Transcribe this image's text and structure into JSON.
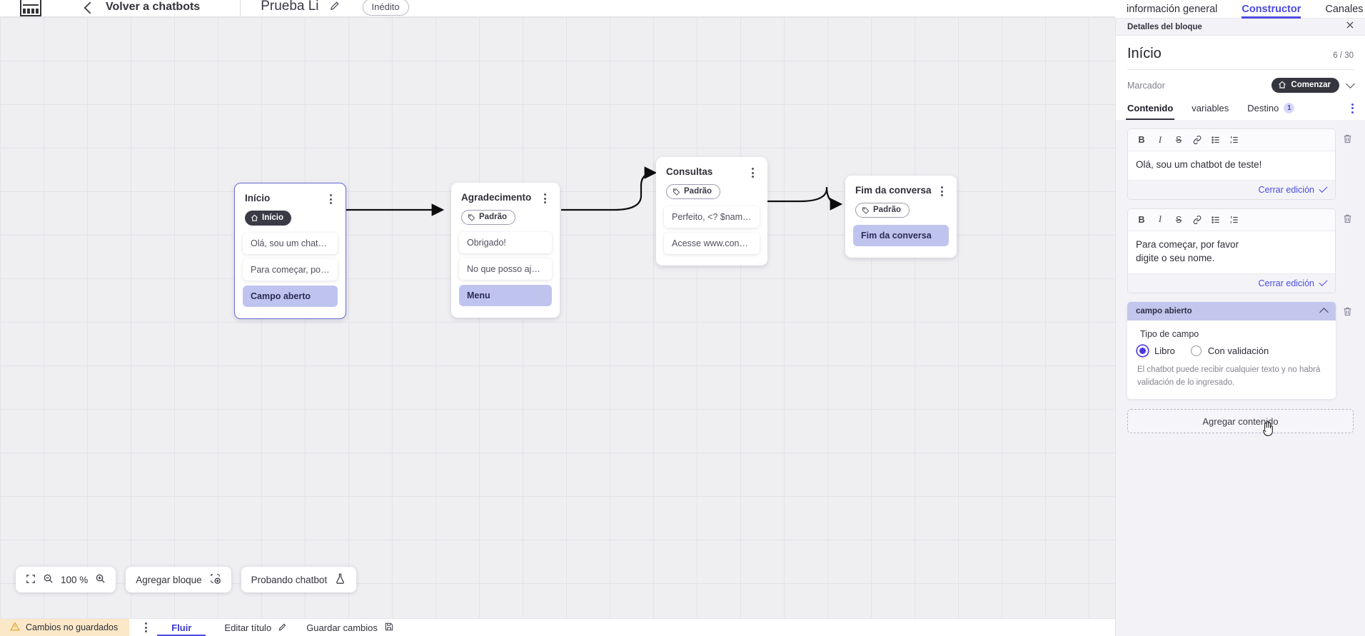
{
  "header": {
    "logo_name": "app-logo",
    "back_label": "Volver a chatbots",
    "bot_title": "Prueba Li",
    "edit_icon": "pencil-icon",
    "status_badge": "Inédito"
  },
  "panel_tabs": [
    {
      "label": "información general",
      "active": false
    },
    {
      "label": "Constructor",
      "active": true
    },
    {
      "label": "Canales",
      "active": false
    }
  ],
  "canvas": {
    "nodes": [
      {
        "title": "Início",
        "tag": "Início",
        "tag_type": "start",
        "selected": true,
        "messages": [
          {
            "text": "Olá, sou um chatbot de teste!",
            "highlight": false
          },
          {
            "text": "Para começar, por favor digite o ...",
            "highlight": false
          },
          {
            "text": "Campo aberto",
            "highlight": true
          }
        ]
      },
      {
        "title": "Agradecimento",
        "tag": "Padrão",
        "tag_type": "default",
        "selected": false,
        "messages": [
          {
            "text": "Obrigado!",
            "highlight": false
          },
          {
            "text": "No que posso ajudar, <? $name ...",
            "highlight": false
          },
          {
            "text": "Menu",
            "highlight": true
          }
        ]
      },
      {
        "title": "Consultas",
        "tag": "Padrão",
        "tag_type": "default",
        "selected": false,
        "messages": [
          {
            "text": "Perfeito, <? $name ?>!",
            "highlight": false
          },
          {
            "text": "Acesse www.consultas.com par...",
            "highlight": false
          }
        ]
      },
      {
        "title": "Fim da conversa",
        "tag": "Padrão",
        "tag_type": "default",
        "selected": false,
        "messages": [
          {
            "text": "Fim da conversa",
            "highlight": true
          }
        ]
      }
    ]
  },
  "float_tools": {
    "fit_icon": "fit-screen-icon",
    "zoom_out_icon": "zoom-out-icon",
    "zoom_level": "100 %",
    "zoom_in_icon": "zoom-in-icon",
    "add_block_label": "Agregar bloque",
    "add_block_icon": "add-block-icon",
    "test_label": "Probando chatbot",
    "test_icon": "flask-icon"
  },
  "statusbar": {
    "warning_icon": "warning-triangle-icon",
    "unsaved_label": "Cambios no guardados",
    "kebab_icon": "kebab-menu-icon",
    "flow_label": "Fluir",
    "edit_title_label": "Editar título",
    "edit_title_icon": "pencil-icon",
    "save_label": "Guardar cambios",
    "save_icon": "save-disk-icon"
  },
  "panel": {
    "topbar_title": "Detalles del bloque",
    "close_icon": "close-icon",
    "block_title": "Início",
    "char_count": "6 / 30",
    "marcador_label": "Marcador",
    "marcador_chip": "Comenzar",
    "marcador_chip_icon": "home-icon",
    "marcador_chevron": "chevron-down-icon",
    "tabs": [
      {
        "label": "Contenido",
        "active": true,
        "badge": null
      },
      {
        "label": "variables",
        "active": false,
        "badge": null
      },
      {
        "label": "Destino",
        "active": false,
        "badge": "1"
      }
    ],
    "tabs_kebab": "kebab-menu-icon",
    "editor_toolbar": [
      "B",
      "I",
      "S",
      "link-icon",
      "bullet-list-icon",
      "numbered-list-icon"
    ],
    "content_blocks": [
      {
        "text": "Olá, sou um chatbot de teste!",
        "close_label": "Cerrar edición"
      },
      {
        "text": "Para começar, por favor digite o seu nome.",
        "close_label": "Cerrar edición"
      }
    ],
    "field_block": {
      "header": "campo abierto",
      "collapse_icon": "chevron-up-icon",
      "type_label": "Tipo de campo",
      "options": [
        {
          "label": "Libro",
          "selected": true
        },
        {
          "label": "Con validación",
          "selected": false
        }
      ],
      "help_text": "El chatbot puede recibir cualquier texto y no habrá validación de lo ingresado.",
      "delete_icon": "trash-icon"
    },
    "add_content_label": "Agregar contenido",
    "cursor_icon": "hand-cursor-icon"
  },
  "colors": {
    "accent": "#4a4ae0",
    "highlight": "#bfc4ef",
    "warning_bg": "#fbe8c8",
    "dark_chip": "#35353f"
  }
}
